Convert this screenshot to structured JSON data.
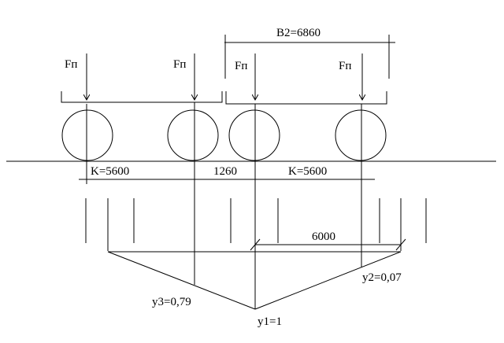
{
  "labels": {
    "b2": "B2=6860",
    "force": "Fп",
    "k_left": "K=5600",
    "gap": "1260",
    "k_right": "K=5600",
    "span": "6000",
    "y1": "y1=1",
    "y2": "y2=0,07",
    "y3": "y3=0,79"
  }
}
